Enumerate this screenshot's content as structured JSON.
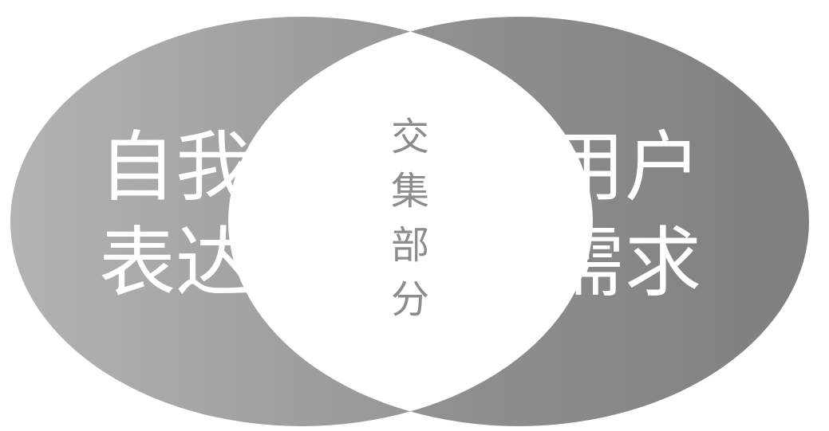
{
  "left_circle": {
    "line1": "自我",
    "line2": "表达"
  },
  "right_circle": {
    "line1": "用户",
    "line2": "需求"
  },
  "intersection": {
    "chars": [
      "交",
      "集",
      "部",
      "分"
    ]
  },
  "colors": {
    "left_gradient_start": "#b3b3b3",
    "left_gradient_end": "#8a8a8a",
    "right_gradient_start": "#9a9a9a",
    "right_gradient_end": "#7f7f7f",
    "intersection_fill": "#ffffff",
    "label_color": "#ffffff",
    "intersection_label_color": "#8c8c8c"
  }
}
